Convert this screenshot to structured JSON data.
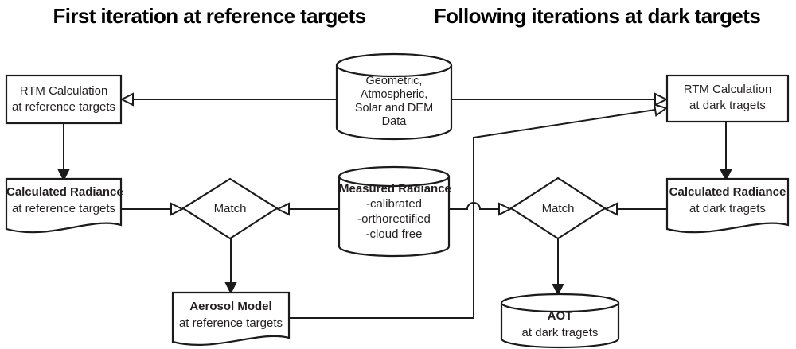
{
  "titles": {
    "left": "First iteration at reference targets",
    "right": "Following iterations at dark targets"
  },
  "nodes": {
    "rtm_reference": {
      "line1": "RTM Calculation",
      "line2": "at reference targets"
    },
    "geo_data": {
      "line1": "Geometric,",
      "line2": "Atmospheric,",
      "line3": "Solar and DEM",
      "line4": "Data"
    },
    "rtm_dark": {
      "line1": "RTM Calculation",
      "line2": "at dark tragets"
    },
    "calc_radiance_reference": {
      "line1": "Calculated Radiance",
      "line2": "at reference targets"
    },
    "measured_radiance": {
      "line1": "Measured Radiance",
      "line2": "-calibrated",
      "line3": "-orthorectified",
      "line4": "-cloud free"
    },
    "match_left": {
      "label": "Match"
    },
    "match_right": {
      "label": "Match"
    },
    "calc_radiance_dark": {
      "line1": "Calculated Radiance",
      "line2": "at dark tragets"
    },
    "aerosol_model": {
      "line1": "Aerosol Model",
      "line2": "at reference targets"
    },
    "aot": {
      "line1": "AOT",
      "line2": "at dark tragets"
    }
  },
  "colors": {
    "ink": "#1b1b1b",
    "background": "#ffffff",
    "text": "#231f20"
  }
}
